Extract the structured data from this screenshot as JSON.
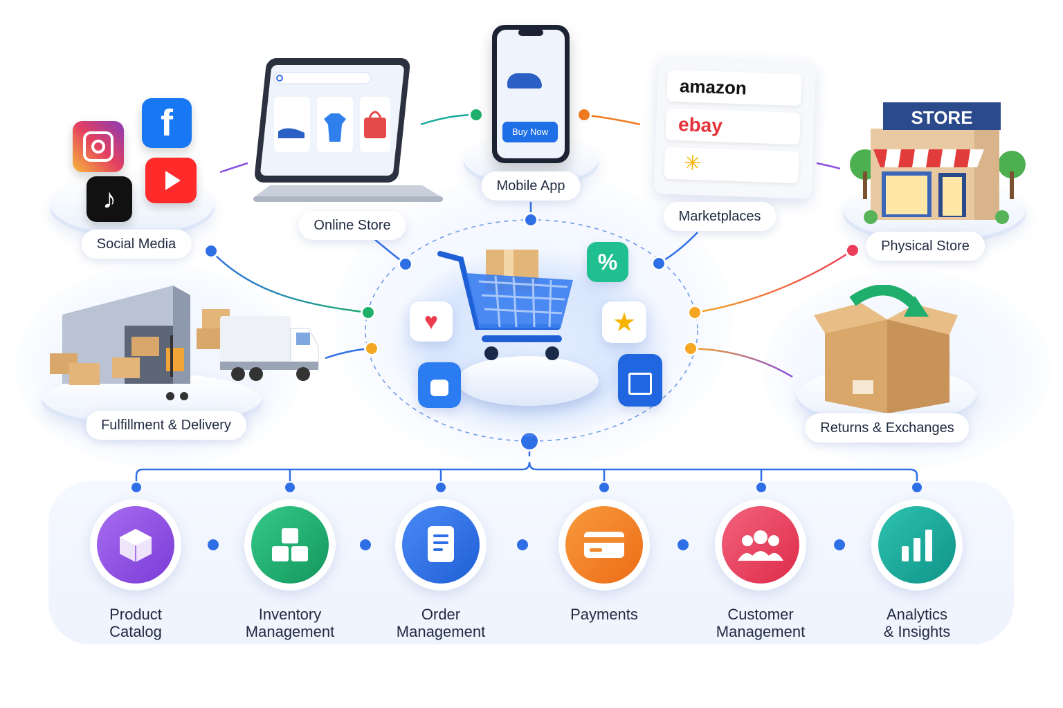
{
  "channels": {
    "social_media": {
      "label": "Social Media",
      "icons": [
        "instagram-icon",
        "facebook-icon",
        "tiktok-icon",
        "youtube-icon"
      ]
    },
    "online_store": {
      "label": "Online Store"
    },
    "mobile_app": {
      "label": "Mobile App",
      "buy_button": "Buy Now"
    },
    "marketplaces": {
      "label": "Marketplaces",
      "items": [
        "amazon",
        "ebay"
      ]
    },
    "physical_store": {
      "label": "Physical Store",
      "sign": "STORE"
    },
    "fulfillment": {
      "label": "Fulfillment & Delivery"
    },
    "returns": {
      "label": "Returns & Exchanges"
    }
  },
  "hub": {
    "icons": [
      "shopping-cart-icon",
      "percent-icon",
      "heart-icon",
      "star-icon",
      "bag-icon",
      "shopping-bag-icon"
    ],
    "percent_symbol": "%"
  },
  "modules": [
    {
      "name": "Product\nCatalog",
      "icon": "cube-icon",
      "color": "#8b4fe0"
    },
    {
      "name": "Inventory\nManagement",
      "icon": "boxes-icon",
      "color": "#1fae6c"
    },
    {
      "name": "Order\nManagement",
      "icon": "document-icon",
      "color": "#2f6fe6"
    },
    {
      "name": "Payments",
      "icon": "credit-card-icon",
      "color": "#f07a21"
    },
    {
      "name": "Customer\nManagement",
      "icon": "users-icon",
      "color": "#ec3d5a"
    },
    {
      "name": "Analytics\n& Insights",
      "icon": "bar-chart-icon",
      "color": "#16a99b"
    }
  ]
}
